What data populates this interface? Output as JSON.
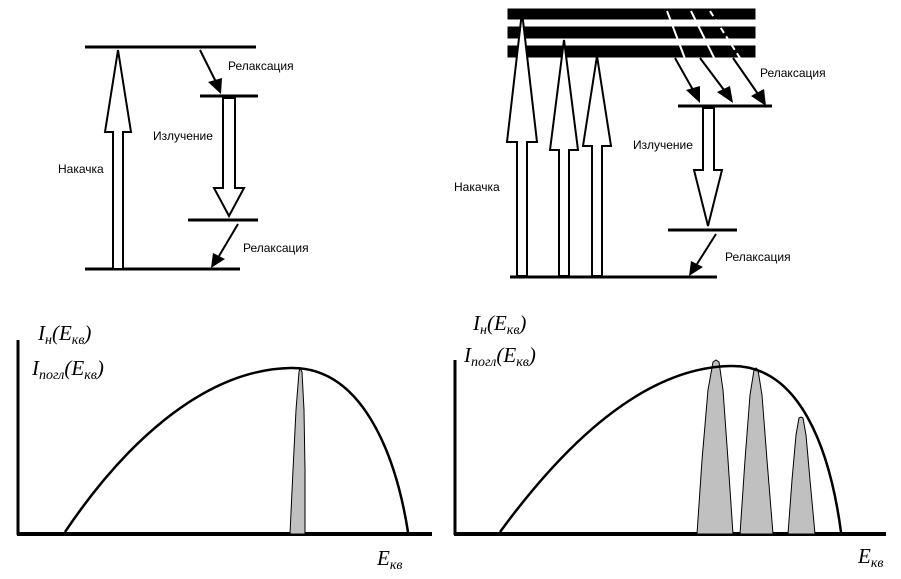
{
  "left_scheme": {
    "relax_top": "Релаксация",
    "emission": "Излучение",
    "pump": "Накачка",
    "relax_bottom": "Релаксация"
  },
  "right_scheme": {
    "relax_top": "Релаксация",
    "emission": "Излучение",
    "pump": "Накачка",
    "relax_bottom": "Релаксация"
  },
  "left_plot": {
    "y_label_1": {
      "main": "I",
      "sub": "н",
      "arg_main": "E",
      "arg_sub": "кв"
    },
    "y_label_2": {
      "main": "I",
      "sub": "погл",
      "arg_main": "E",
      "arg_sub": "кв"
    },
    "x_label": {
      "main": "E",
      "sub": "кв"
    }
  },
  "right_plot": {
    "y_label_1": {
      "main": "I",
      "sub": "н",
      "arg_main": "E",
      "arg_sub": "кв"
    },
    "y_label_2": {
      "main": "I",
      "sub": "погл",
      "arg_main": "E",
      "arg_sub": "кв"
    },
    "x_label": {
      "main": "E",
      "sub": "кв"
    }
  },
  "colors": {
    "ink": "#000000",
    "peak_fill": "#c0c0c0"
  }
}
